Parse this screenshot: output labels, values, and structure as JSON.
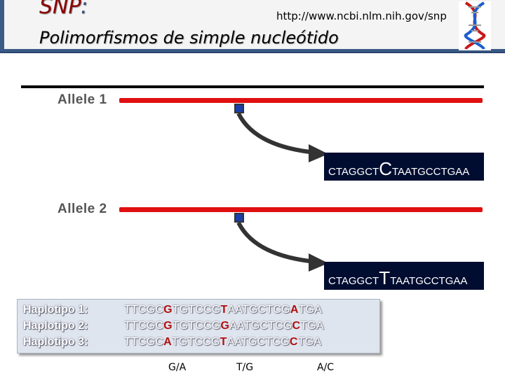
{
  "header": {
    "title": "SNP",
    "title_colon": ":",
    "url": "http://www.ncbi.nlm.nih.gov/snp",
    "subtitle": "Polimorfismos de simple nucleótido",
    "logo_icon": "dna-helix-icon"
  },
  "alleles": [
    {
      "label": "Allele 1",
      "seq_prefix": "CTAGGCT",
      "seq_snp": "C",
      "seq_suffix": "TAATGCCTGAA",
      "site_color": "#1a3fa8"
    },
    {
      "label": "Allele 2",
      "seq_prefix": "CTAGGCT",
      "seq_snp": "T",
      "seq_suffix": "TAATGCCTGAA",
      "site_color": "#1a3fa8"
    }
  ],
  "haplotypes": [
    {
      "label": "Haplotipo 1:",
      "parts": [
        "TTCGC",
        "G",
        "TGTCCG",
        "T",
        "AATGCTCG",
        "A",
        "TGA"
      ]
    },
    {
      "label": "Haplotipo 2:",
      "parts": [
        "TTCGC",
        "G",
        "TGTCCG",
        "G",
        "AATGCTCG",
        "C",
        "TGA"
      ]
    },
    {
      "label": "Haplotipo 3:",
      "parts": [
        "TTCGC",
        "A",
        "TGTCCG",
        "T",
        "AATGCTCG",
        "C",
        "TGA"
      ]
    }
  ],
  "snp_alleles": [
    "G/A",
    "T/G",
    "A/C"
  ],
  "colors": {
    "header_border": "#3b5a86",
    "allele_bar": "#e01010",
    "seq_box": "#000c30",
    "snp_highlight": "#b01010"
  }
}
